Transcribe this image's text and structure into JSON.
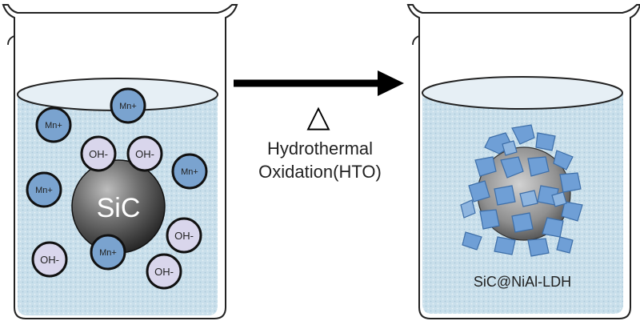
{
  "left_beaker": {
    "core_label": "SiC",
    "metal_ion_text": "Mn+",
    "hydroxide_ion_text": "OH-",
    "metal_ions": [
      {
        "role": "metal"
      },
      {
        "role": "metal"
      },
      {
        "role": "metal"
      },
      {
        "role": "metal"
      },
      {
        "role": "metal"
      }
    ],
    "hydroxide_ions": [
      {
        "role": "hydroxide"
      },
      {
        "role": "hydroxide"
      },
      {
        "role": "hydroxide"
      },
      {
        "role": "hydroxide"
      },
      {
        "role": "hydroxide"
      }
    ]
  },
  "process": {
    "heat_symbol": "△",
    "line1": "Hydrothermal",
    "line2": "Oxidation(HTO)"
  },
  "right_beaker": {
    "product_label": "SiC@NiAl-LDH"
  },
  "colors": {
    "solution": "#c6dde9",
    "metal_ion": "#7aa3cf",
    "hydroxide_ion": "#d9d6ec",
    "platelet": "#6f9fd6",
    "core": "#5a5a5a"
  }
}
